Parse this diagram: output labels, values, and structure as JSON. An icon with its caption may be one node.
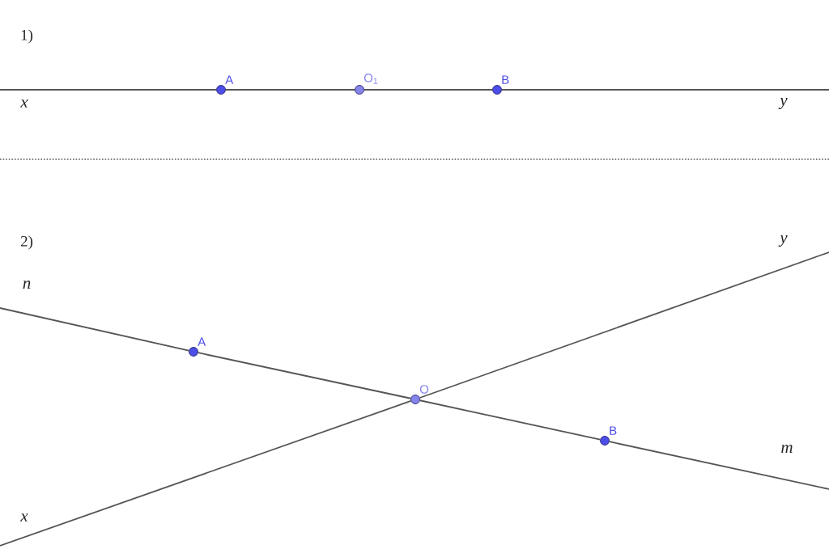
{
  "diagram": {
    "nodes": [
      {
        "text": [],
        "shape": "circle",
        "beside": [
          "A"
        ]
      },
      {
        "text": [],
        "shape": "circle",
        "beside": [
          "O$_{1}$"
        ]
      },
      {
        "text": [],
        "shape": "circle",
        "beside": [
          "B"
        ]
      },
      {
        "text": [],
        "shape": "circle",
        "beside": [
          "A"
        ]
      },
      {
        "text": [],
        "shape": "circle",
        "beside": [
          "O"
        ]
      },
      {
        "text": [],
        "shape": "circle",
        "beside": [
          "B"
        ]
      }
    ],
    "edges": [
      {
        "from": null,
        "to": 0,
        "arrow": "none"
      },
      {
        "from": 0,
        "to": 1,
        "arrow": "none"
      },
      {
        "from": 1,
        "to": 2,
        "arrow": "none"
      },
      {
        "from": 2,
        "to": null,
        "arrow": "none"
      },
      {
        "from": null,
        "to": 3,
        "arrow": "none"
      },
      {
        "from": 3,
        "to": 4,
        "arrow": "none"
      },
      {
        "from": 4,
        "to": 5,
        "arrow": "none"
      },
      {
        "from": 5,
        "to": null,
        "arrow": "none"
      },
      {
        "from": null,
        "to": 4,
        "arrow": "none"
      },
      {
        "from": 4,
        "to": null,
        "arrow": "none"
      }
    ],
    "labels": [
      "1)",
      "x",
      "y",
      "2)",
      "y",
      "n",
      "m",
      "x"
    ]
  }
}
